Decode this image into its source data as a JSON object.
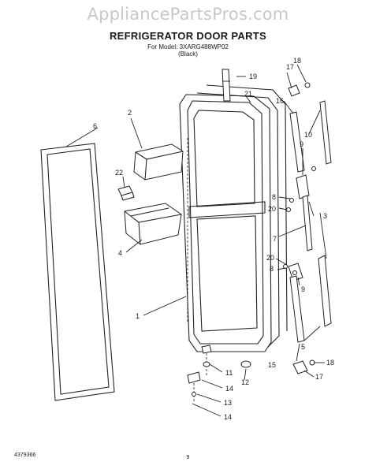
{
  "watermark": "AppliancePartsPros.com",
  "title": "REFRIGERATOR DOOR PARTS",
  "subtitle_model": "For Model: 3XARG488WP02",
  "subtitle_color": "(Black)",
  "footer_code": "4379366",
  "page_number": "9",
  "callouts": {
    "c1": "1",
    "c2": "2",
    "c3": "3",
    "c4": "4",
    "c5": "5",
    "c6": "6",
    "c7": "7",
    "c8a": "8",
    "c8b": "8",
    "c9a": "9",
    "c9b": "9",
    "c10": "10",
    "c11": "11",
    "c12": "12",
    "c13": "13",
    "c14a": "14",
    "c14b": "14",
    "c15": "15",
    "c16": "16",
    "c17a": "17",
    "c17b": "17",
    "c18a": "18",
    "c18b": "18",
    "c19": "19",
    "c20a": "20",
    "c20b": "20",
    "c21": "21",
    "c22": "22"
  }
}
